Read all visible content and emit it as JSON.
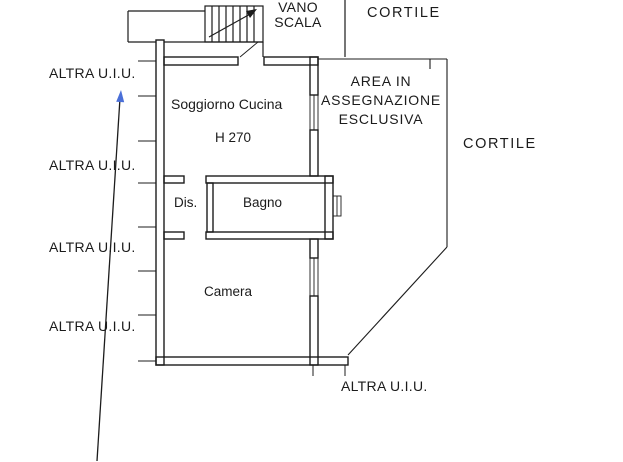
{
  "colors": {
    "line": "#1c1c1c",
    "blue_arrow": "#4a6fd8",
    "background": "#ffffff"
  },
  "stairwell": {
    "line1": "VANO",
    "line2": "SCALA"
  },
  "courtyard": {
    "top": "CORTILE",
    "right": "CORTILE"
  },
  "exclusive_area": {
    "line1": "AREA IN",
    "line2": "ASSEGNAZIONE",
    "line3": "ESCLUSIVA"
  },
  "rooms": {
    "living": "Soggiorno Cucina",
    "ceiling_height": "H 270",
    "hall": "Dis.",
    "bath": "Bagno",
    "bedroom": "Camera"
  },
  "neighbors": {
    "left": [
      "ALTRA U.I.U.",
      "ALTRA U.I.U.",
      "ALTRA U.I.U.",
      "ALTRA U.I.U."
    ],
    "bottom": "ALTRA U.I.U."
  }
}
